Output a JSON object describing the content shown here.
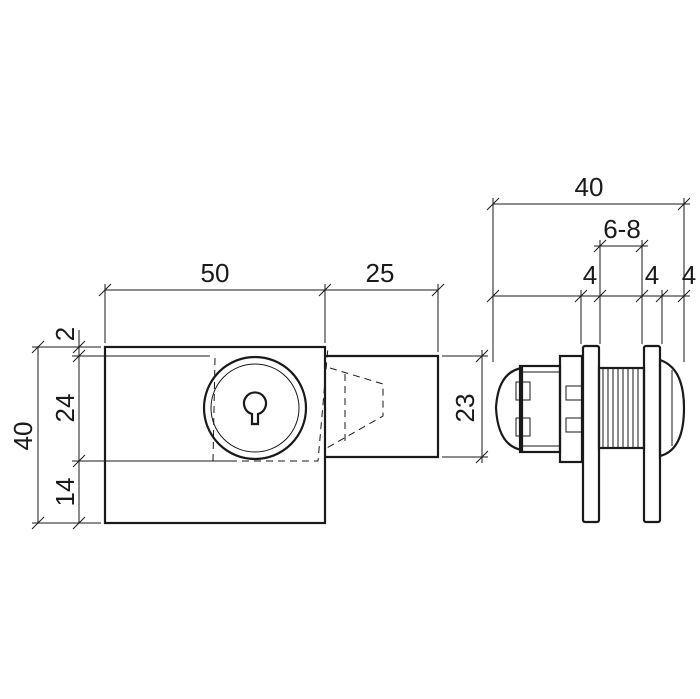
{
  "front_view": {
    "dim_width_body": "50",
    "dim_width_bolt": "25",
    "dim_height_total": "40",
    "dim_top_offset": "2",
    "dim_cylinder": "24",
    "dim_bottom": "14",
    "dim_bolt_height": "23"
  },
  "side_view": {
    "dim_total_length": "40",
    "dim_panel_range": "6-8",
    "dim_left_washer": "4",
    "dim_right_washer": "4",
    "dim_end": "4"
  },
  "colors": {
    "line": "#1a1a1a",
    "background": "#ffffff"
  }
}
